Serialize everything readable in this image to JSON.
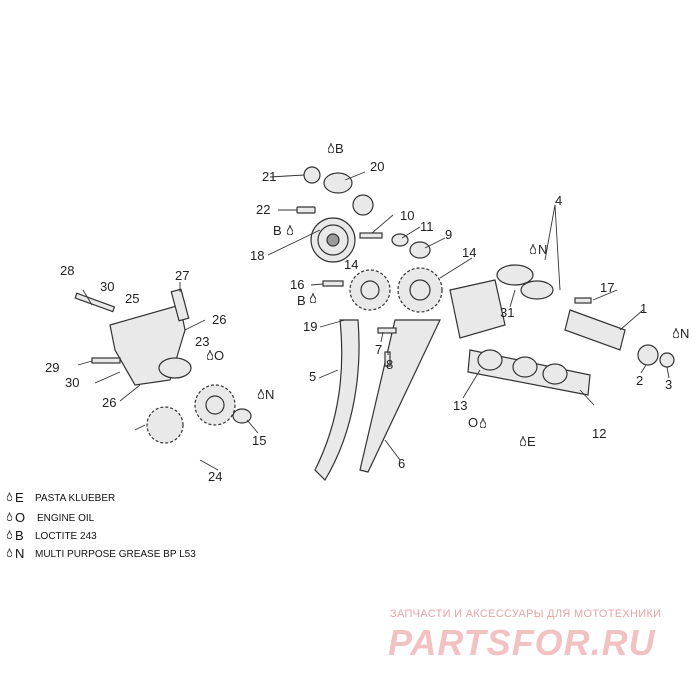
{
  "callouts": [
    "1",
    "2",
    "3",
    "4",
    "5",
    "6",
    "7",
    "8",
    "9",
    "10",
    "11",
    "12",
    "13",
    "14",
    "14",
    "15",
    "16",
    "17",
    "18",
    "19",
    "20",
    "21",
    "22",
    "23",
    "24",
    "25",
    "26",
    "26",
    "27",
    "28",
    "29",
    "30",
    "30",
    "31"
  ],
  "lubricant_marks": [
    "B",
    "B",
    "B",
    "N",
    "N",
    "N",
    "O",
    "O",
    "E"
  ],
  "legend": [
    {
      "key": "E",
      "text": "PASTA KLUEBER"
    },
    {
      "key": "O",
      "text": "ENGINE OIL"
    },
    {
      "key": "B",
      "text": "LOCTITE 243"
    },
    {
      "key": "N",
      "text": "MULTI PURPOSE GREASE BP L53"
    }
  ],
  "watermark": {
    "tagline": "ЗАПЧАСТИ И АКСЕССУАРЫ ДЛЯ МОТОТЕХНИКИ",
    "brand": "PARTSFOR.RU"
  }
}
